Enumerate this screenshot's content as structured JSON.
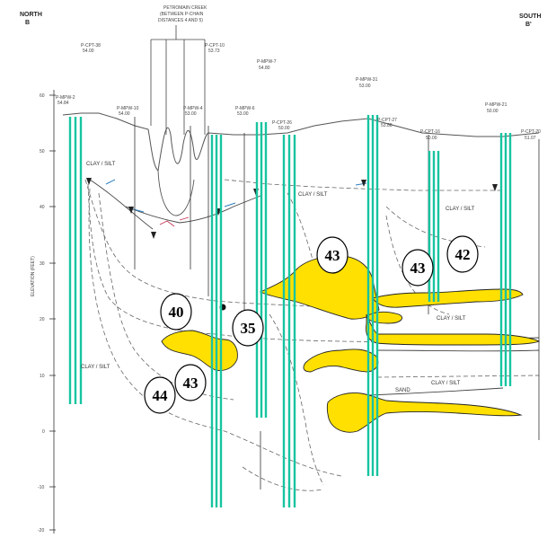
{
  "header": {
    "north_label": "NORTH",
    "north_sub": "B",
    "south_label": "SOUTH",
    "south_sub": "B'",
    "feature_label": [
      "PETROMAIN CREEK",
      "(BETWEEN P-CHAIN",
      "DISTANCES 4 AND 5)"
    ]
  },
  "axis": {
    "ylabel": "ELEVATION (FEET)",
    "ticks": [
      "60",
      "50",
      "40",
      "30",
      "20",
      "10",
      "0",
      "-10",
      "-20"
    ]
  },
  "wells": [
    {
      "name": "P-MPW-2",
      "elev": "54.84"
    },
    {
      "name": "P-CPT-38",
      "elev": "54.00"
    },
    {
      "name": "P-MPW-10",
      "elev": "54.00"
    },
    {
      "name": "P-MPW-4",
      "elev": "53.00"
    },
    {
      "name": "P-CPT-10",
      "elev": "53.73"
    },
    {
      "name": "P-MPW-7",
      "elev": "54.80"
    },
    {
      "name": "P-MPW-6",
      "elev": "53.00"
    },
    {
      "name": "P-CPT-26",
      "elev": "50.00"
    },
    {
      "name": "P-MPW-31",
      "elev": "53.00"
    },
    {
      "name": "P-CPT-27",
      "elev": "53.88"
    },
    {
      "name": "P-CPT-16",
      "elev": "50.00"
    },
    {
      "name": "P-MPW-21",
      "elev": "50.00"
    },
    {
      "name": "P-CPT-20",
      "elev": "51.07"
    }
  ],
  "soil_labels": {
    "clay_silt_1": "CLAY / SILT",
    "clay_silt_2": "CLAY / SILT",
    "clay_silt_3": "CLAY / SILT",
    "clay_silt_4": "CLAY / SILT",
    "clay_silt_5": "CLAY / SILT",
    "clay_silt_6": "CLAY / SILT",
    "sand": "SAND"
  },
  "callouts": [
    {
      "value": "43"
    },
    {
      "value": "43"
    },
    {
      "value": "42"
    },
    {
      "value": "40"
    },
    {
      "value": "35"
    },
    {
      "value": "43"
    },
    {
      "value": "44"
    }
  ],
  "colors": {
    "plume": "#ffe000",
    "well": "#17c4a0",
    "line": "#555555"
  }
}
